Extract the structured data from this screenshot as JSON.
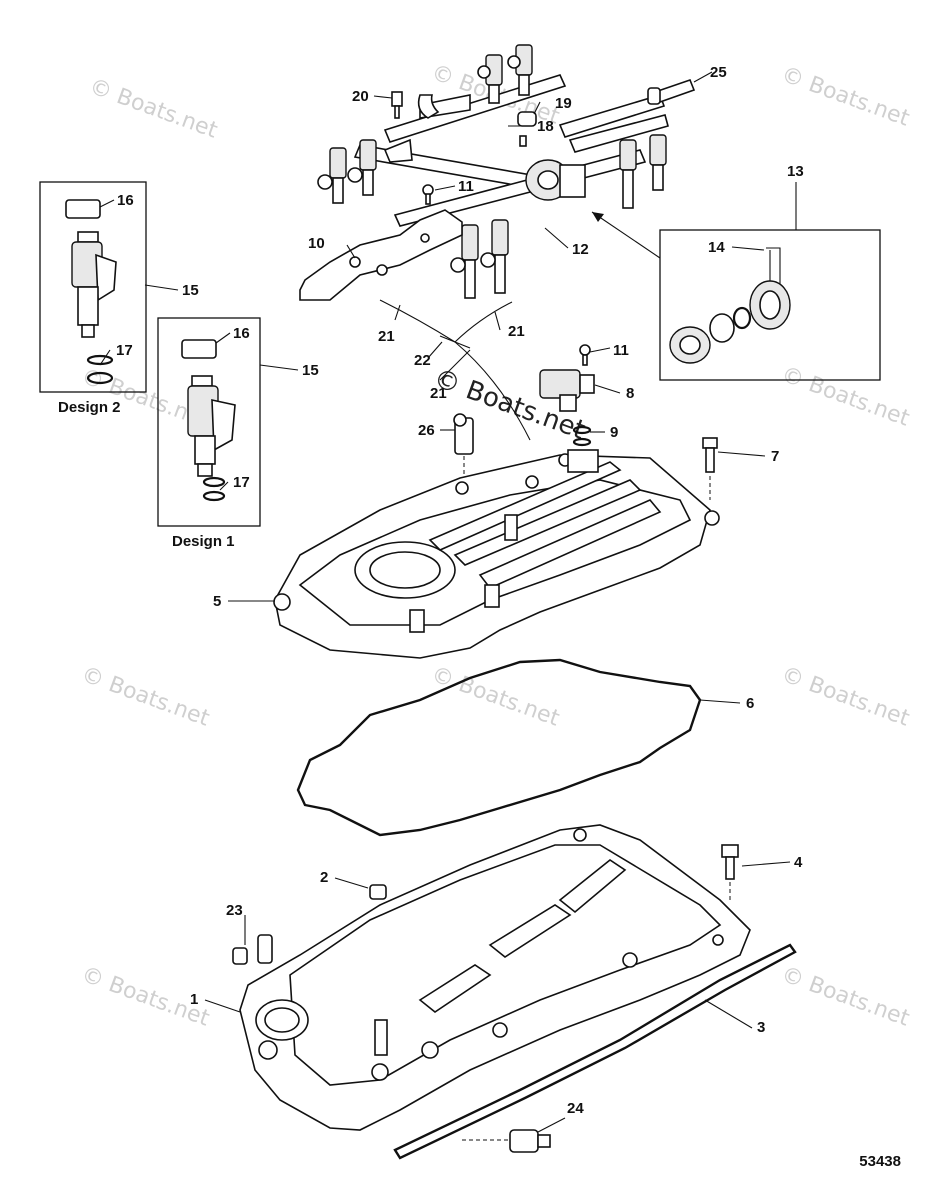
{
  "watermark": {
    "main": "© Boats.net",
    "repeated": "© Boats.net"
  },
  "figure_number": "53438",
  "design_labels": {
    "design_1": "Design 1",
    "design_2": "Design 2"
  },
  "callouts": {
    "c1": "1",
    "c2": "2",
    "c3": "3",
    "c4": "4",
    "c5": "5",
    "c6": "6",
    "c7": "7",
    "c8": "8",
    "c9": "9",
    "c10": "10",
    "c11a": "11",
    "c11b": "11",
    "c12": "12",
    "c13": "13",
    "c14": "14",
    "c15a": "15",
    "c15b": "15",
    "c16a": "16",
    "c16b": "16",
    "c17a": "17",
    "c17b": "17",
    "c18": "18",
    "c19": "19",
    "c20": "20",
    "c21a": "21",
    "c21b": "21",
    "c21c": "21",
    "c22": "22",
    "c23": "23",
    "c24": "24",
    "c25": "25",
    "c26": "26"
  }
}
